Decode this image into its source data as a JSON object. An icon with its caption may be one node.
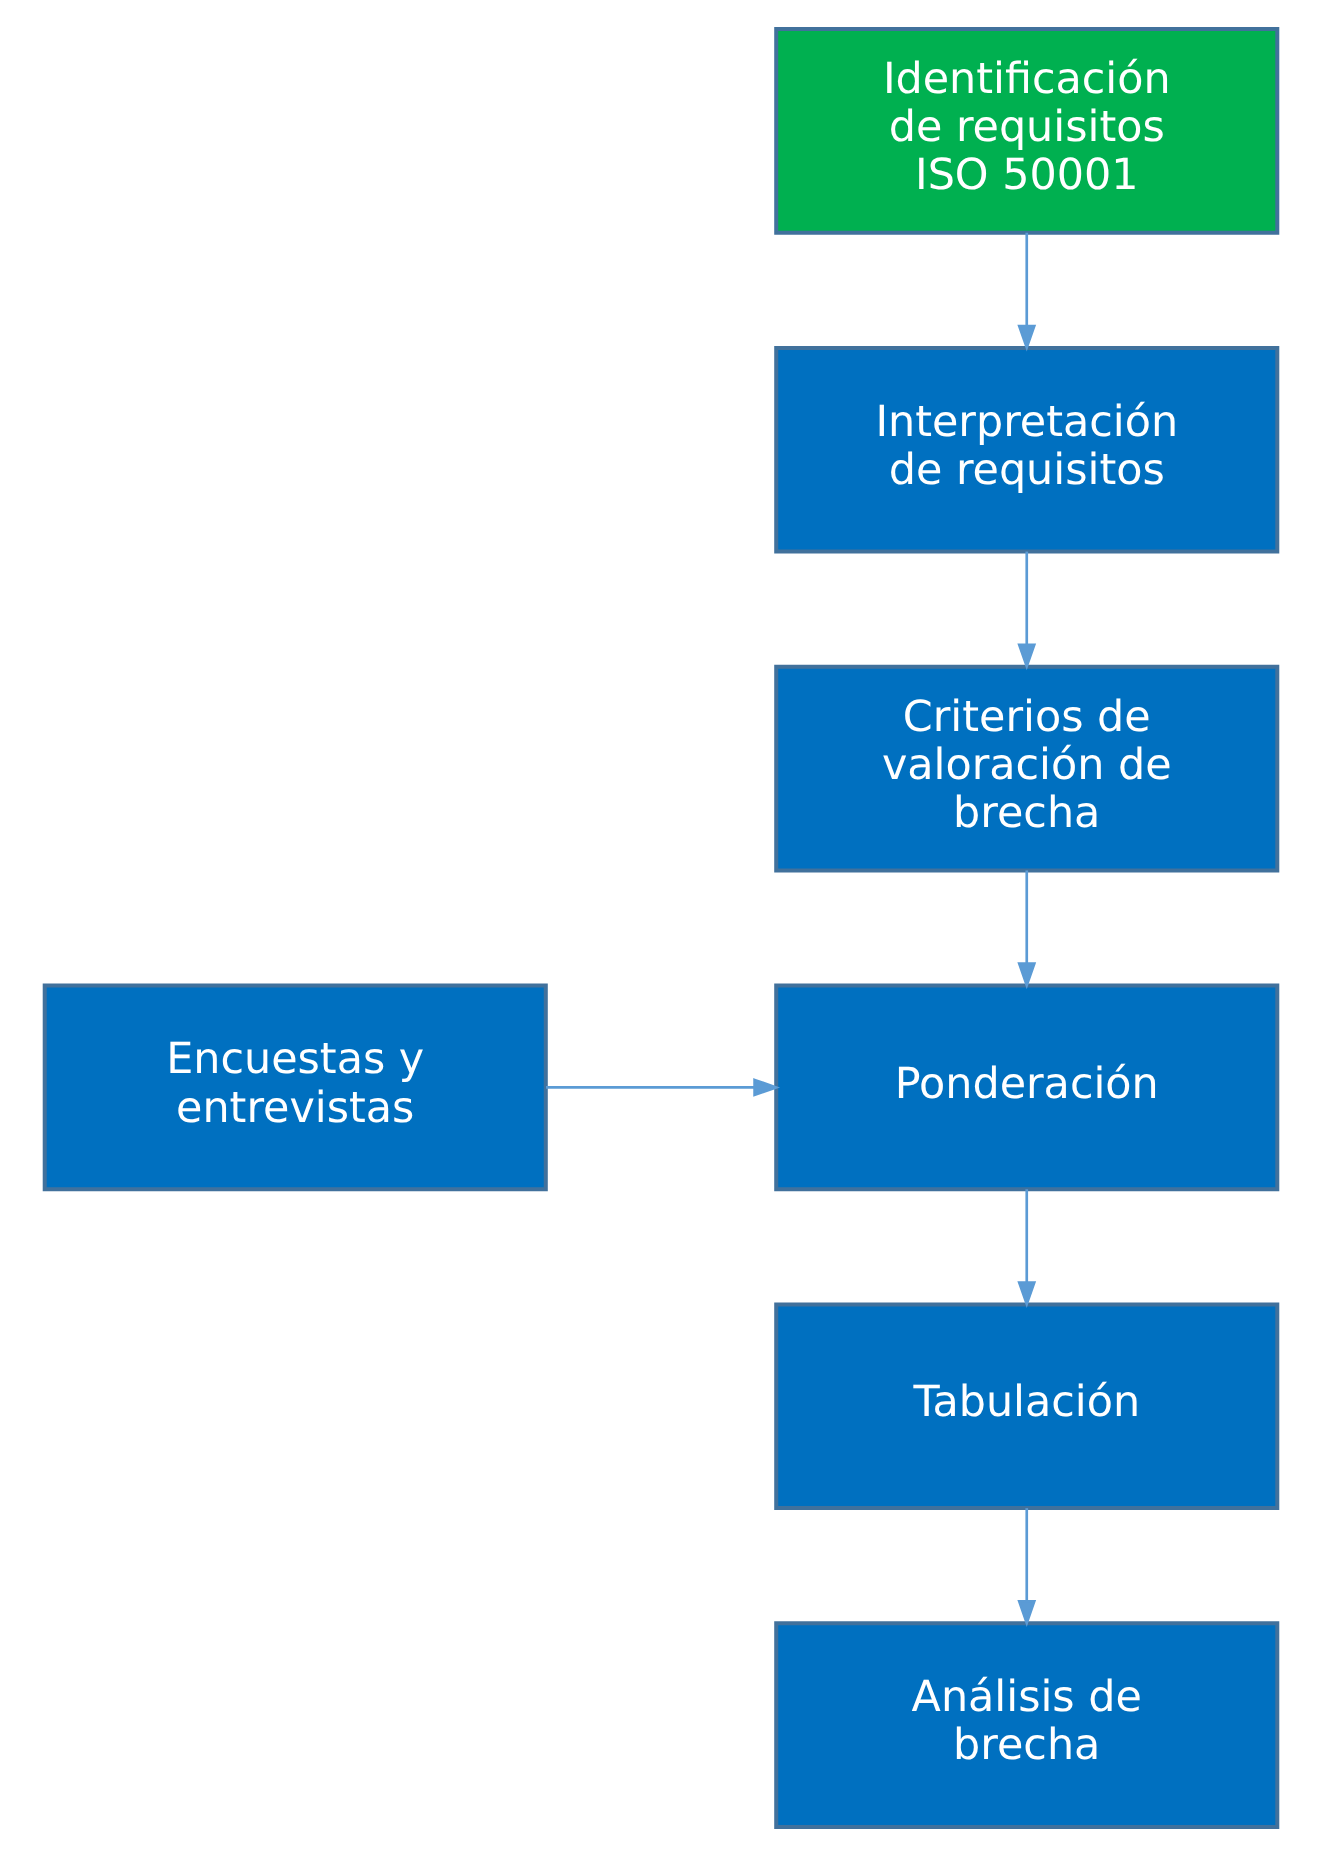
{
  "diagram": {
    "nodes": [
      {
        "text": [
          "Identificación de requisitos ISO 50001"
        ]
      },
      {
        "text": [
          "Interpretación de requisitos"
        ]
      },
      {
        "text": [
          "Criterios de valoración de brecha"
        ]
      },
      {
        "text": [
          "Encuestas y entrevistas"
        ]
      },
      {
        "text": [
          "Ponderación"
        ]
      },
      {
        "text": [
          "Tabulación"
        ]
      },
      {
        "text": [
          "Análisis de brecha"
        ]
      }
    ],
    "edges": [
      {
        "from": 0,
        "to": 1,
        "arrow": "to"
      },
      {
        "from": 1,
        "to": 2,
        "arrow": "to"
      },
      {
        "from": 2,
        "to": 4,
        "arrow": "to"
      },
      {
        "from": 3,
        "to": 4,
        "arrow": "to"
      },
      {
        "from": 4,
        "to": 5,
        "arrow": "to"
      },
      {
        "from": 5,
        "to": 6,
        "arrow": "to"
      }
    ]
  }
}
